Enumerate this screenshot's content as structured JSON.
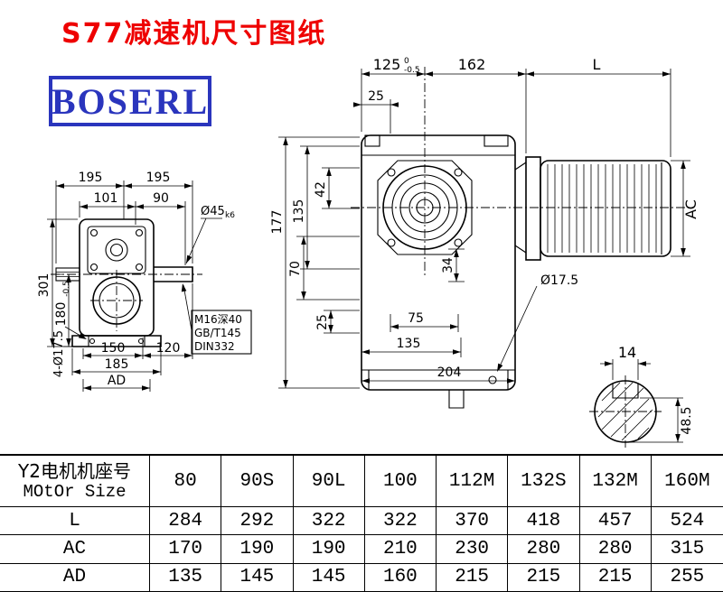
{
  "title": "S77减速机尺寸图纸",
  "logo": "BOSERL",
  "colors": {
    "title_red": "#ee0000",
    "logo_blue": "#2a35bd",
    "line": "#000000"
  },
  "left_view": {
    "dim_195_left": "195",
    "dim_195_right": "195",
    "dim_101": "101",
    "dim_90": "90",
    "dim_shaft": "Ø45",
    "dim_shaft_tol": "k6",
    "dim_301": "301",
    "dim_180": "180",
    "dim_180_tol": "-0.5",
    "dim_150": "150",
    "dim_120": "120",
    "dim_185": "185",
    "dim_ad": "AD",
    "dim_holes": "4-Ø17.5",
    "note_line1": "M16深40",
    "note_line2": "GB/T145",
    "note_line3": "DIN332"
  },
  "front_view": {
    "dim_125": "125",
    "dim_125_tol_top": "0",
    "dim_125_tol_bot": "-0.5",
    "dim_162": "162",
    "dim_l": "L",
    "dim_25_top": "25",
    "dim_177": "177",
    "dim_135_left": "135",
    "dim_42": "42",
    "dim_70": "70",
    "dim_25_bottom": "25",
    "dim_34": "34",
    "dim_hole": "Ø17.5",
    "dim_ac": "AC",
    "dim_75": "75",
    "dim_135_bottom": "135",
    "dim_204": "204"
  },
  "shaft_detail": {
    "dim_key_width": "14",
    "dim_height": "48.5"
  },
  "table": {
    "header": {
      "line1": "Y2电机机座号",
      "line2": "MOtOr Size"
    },
    "columns": [
      "80",
      "90S",
      "90L",
      "100",
      "112M",
      "132S",
      "132M",
      "160M"
    ],
    "rows": [
      {
        "label": "L",
        "values": [
          "284",
          "292",
          "322",
          "322",
          "370",
          "418",
          "457",
          "524"
        ]
      },
      {
        "label": "AC",
        "values": [
          "170",
          "190",
          "190",
          "210",
          "230",
          "280",
          "280",
          "315"
        ]
      },
      {
        "label": "AD",
        "values": [
          "135",
          "145",
          "145",
          "160",
          "215",
          "215",
          "215",
          "255"
        ]
      }
    ]
  }
}
